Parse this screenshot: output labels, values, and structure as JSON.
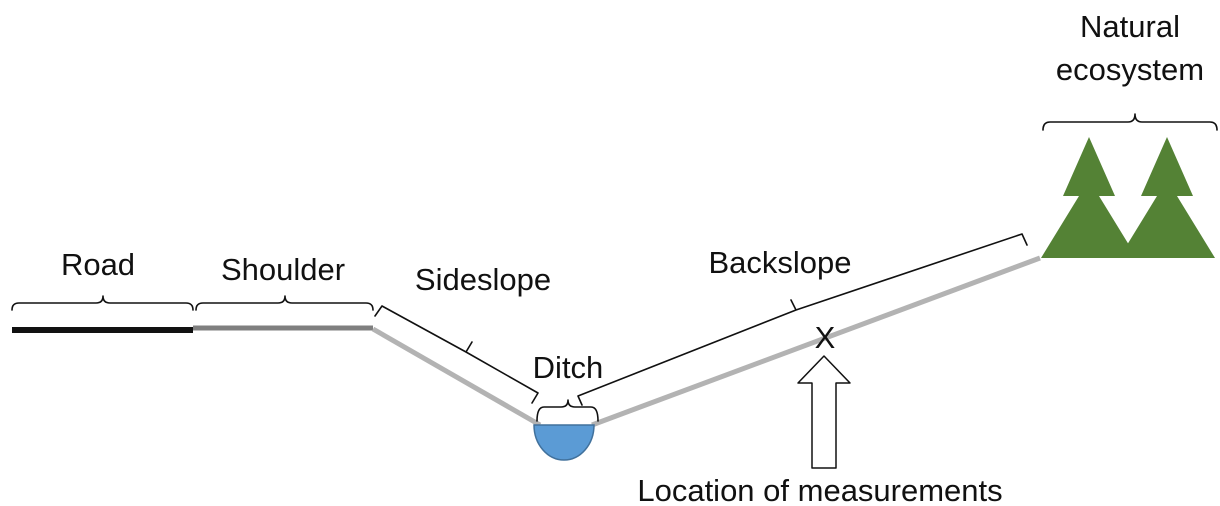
{
  "labels": {
    "road": "Road",
    "shoulder": "Shoulder",
    "sideslope": "Sideslope",
    "ditch": "Ditch",
    "backslope": "Backslope",
    "natural_line1": "Natural",
    "natural_line2": "ecosystem",
    "marker": "X",
    "measurement": "Location of measurements"
  },
  "colors": {
    "road": "#111111",
    "shoulder": "#7f7f7f",
    "slope": "#b3b3b3",
    "ditch_water": "#5b9bd5",
    "ditch_outline": "#41719c",
    "trees": "#548235",
    "text": "#111111"
  },
  "icons": {
    "trees": "conifer-trees-icon",
    "arrow": "up-arrow-icon"
  }
}
